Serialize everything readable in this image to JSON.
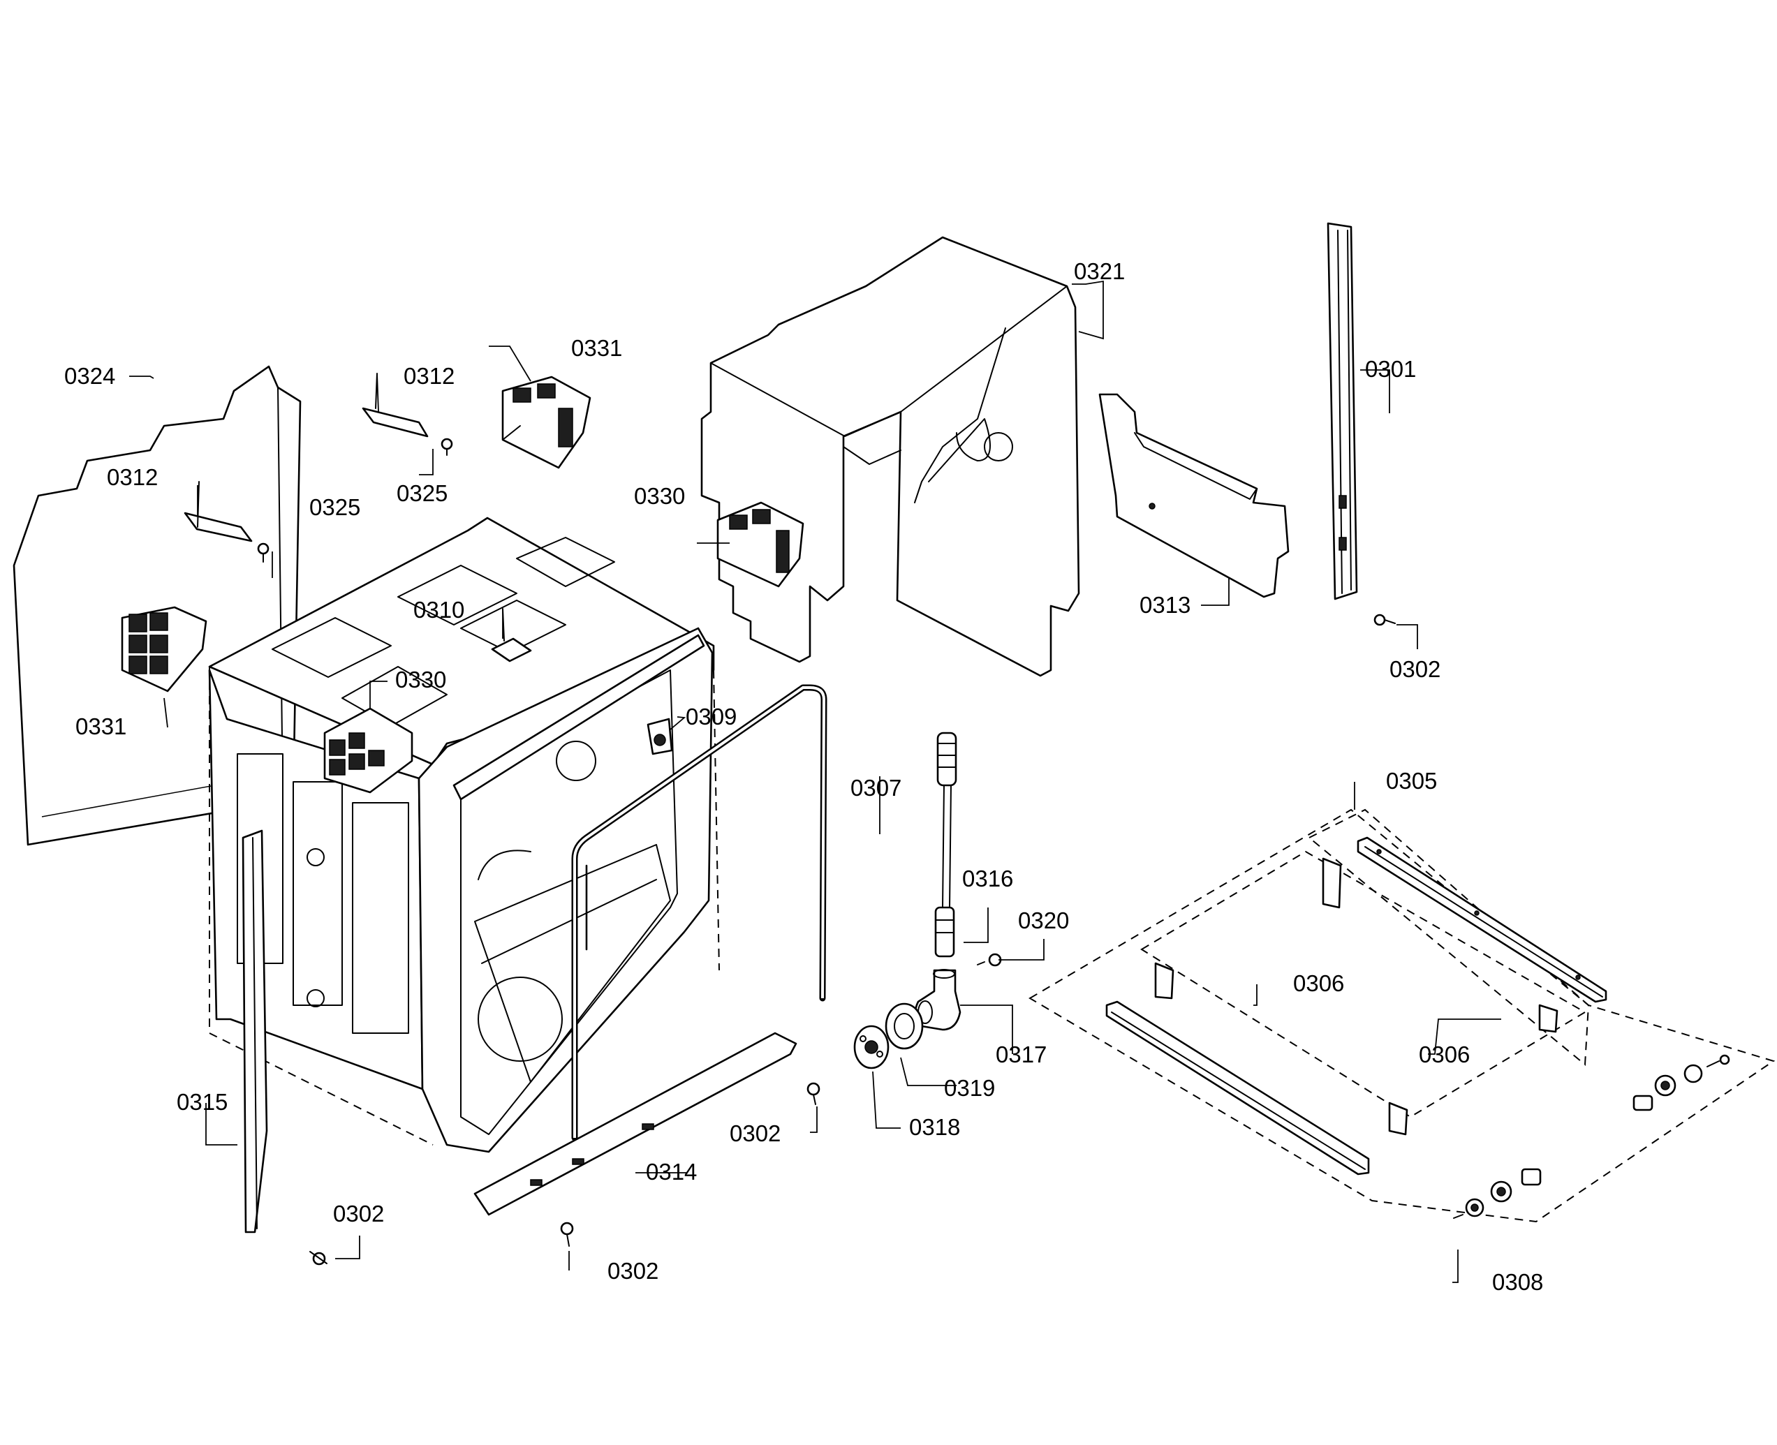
{
  "diagram": {
    "callouts": {
      "c0321": "0321",
      "c0301": "0301",
      "c0324": "0324",
      "c0312a": "0312",
      "c0331a": "0331",
      "c0312b": "0312",
      "c0325a": "0325",
      "c0325b": "0325",
      "c0330a": "0330",
      "c0313": "0313",
      "c0302a": "0302",
      "c0310": "0310",
      "c0330b": "0330",
      "c0331b": "0331",
      "c0309": "0309",
      "c0307": "0307",
      "c0305": "0305",
      "c0316": "0316",
      "c0320": "0320",
      "c0306a": "0306",
      "c0317": "0317",
      "c0306b": "0306",
      "c0319": "0319",
      "c0315": "0315",
      "c0302b": "0302",
      "c0318": "0318",
      "c0314": "0314",
      "c0302c": "0302",
      "c0302d": "0302",
      "c0308": "0308"
    }
  }
}
